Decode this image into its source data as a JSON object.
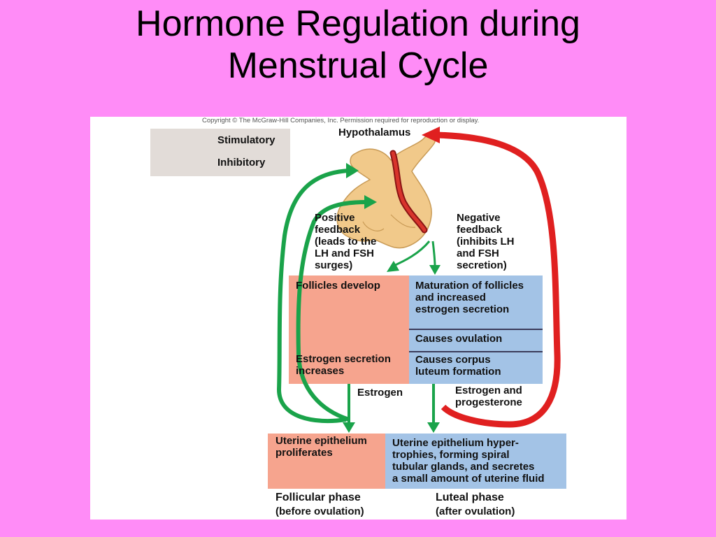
{
  "title": {
    "line1": "Hormone Regulation during",
    "line2": "Menstrual Cycle"
  },
  "figure": {
    "copyright": "Copyright © The McGraw-Hill Companies, Inc. Permission required for reproduction or display.",
    "legend": {
      "stimulatory": "Stimulatory",
      "inhibitory": "Inhibitory"
    },
    "hypothalamus": "Hypothalamus",
    "positive_feedback": [
      "Positive",
      "feedback",
      "(leads to the",
      "LH and FSH",
      "surges)"
    ],
    "negative_feedback": [
      "Negative",
      "feedback",
      "(inhibits LH",
      "and FSH",
      "secretion)"
    ],
    "ovary_left": {
      "top": "Follicles develop",
      "bottom": [
        "Estrogen secretion",
        "increases"
      ]
    },
    "ovary_right": {
      "maturation": [
        "Maturation of follicles",
        "and increased",
        "estrogen secretion"
      ],
      "ovulation": "Causes ovulation",
      "corpus": [
        "Causes corpus",
        "luteum formation"
      ]
    },
    "estrogen": "Estrogen",
    "estrogen_progesterone": [
      "Estrogen and",
      "progesterone"
    ],
    "uterus_left": [
      "Uterine epithelium",
      "proliferates"
    ],
    "uterus_right": [
      "Uterine epithelium hyper-",
      "trophies, forming spiral",
      "tubular glands, and secretes",
      "a small amount of uterine fluid"
    ],
    "follicular_phase": "Follicular phase",
    "follicular_sub": "(before ovulation)",
    "luteal_phase": "Luteal phase",
    "luteal_sub": "(after ovulation)"
  },
  "colors": {
    "stimulatory": "#1aa34a",
    "inhibitory": "#e02020",
    "follicular": "#f6a48e",
    "luteal": "#a3c3e6"
  }
}
